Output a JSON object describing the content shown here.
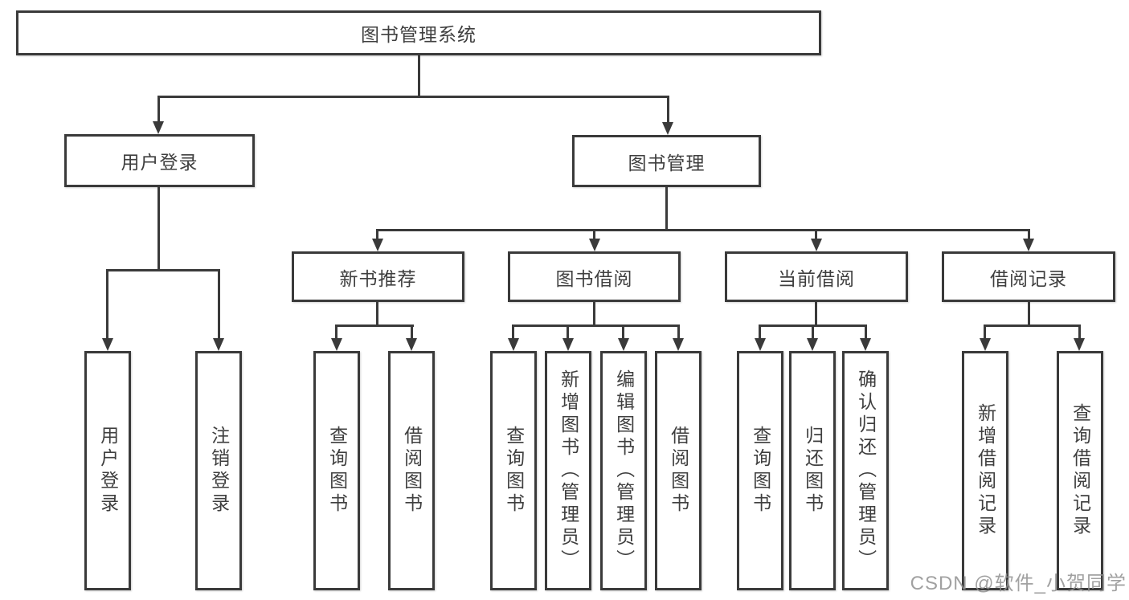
{
  "diagram": {
    "title": "图书管理系统",
    "branches": {
      "user_login": {
        "label": "用户登录",
        "children": [
          "用户登录",
          "注销登录"
        ]
      },
      "book_manage": {
        "label": "图书管理",
        "sections": [
          {
            "label": "新书推荐",
            "children": [
              "查询图书",
              "借阅图书"
            ]
          },
          {
            "label": "图书借阅",
            "children": [
              "查询图书",
              "新增图书（管理员）",
              "编辑图书（管理员）",
              "借阅图书"
            ]
          },
          {
            "label": "当前借阅",
            "children": [
              "查询图书",
              "归还图书",
              "确认归还（管理员）"
            ]
          },
          {
            "label": "借阅记录",
            "children": [
              "新增借阅记录",
              "查询借阅记录"
            ]
          }
        ]
      }
    }
  },
  "watermark": {
    "text": "CSDN @软件_小贺同学"
  },
  "colors": {
    "line": "#3a3a3a",
    "text": "#3f3f3f",
    "background": "#ffffff"
  }
}
